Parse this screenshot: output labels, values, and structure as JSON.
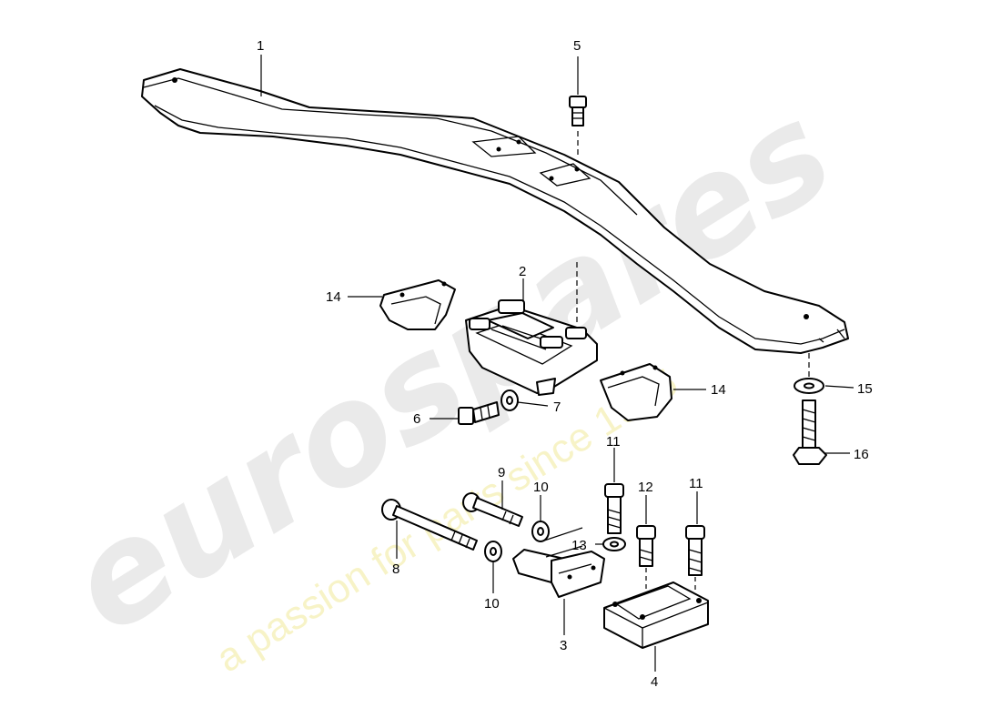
{
  "watermark": {
    "logo_text": "eurospares",
    "tagline": "a passion for parts since 1985",
    "logo_color": "#d9d9d9",
    "tagline_color": "#f1ea9a"
  },
  "callouts": {
    "c1": "1",
    "c2": "2",
    "c3": "3",
    "c4": "4",
    "c5": "5",
    "c6": "6",
    "c7": "7",
    "c8": "8",
    "c9": "9",
    "c10a": "10",
    "c10b": "10",
    "c11a": "11",
    "c11b": "11",
    "c12": "12",
    "c13": "13",
    "c14a": "14",
    "c14b": "14",
    "c15": "15",
    "c16": "16"
  }
}
